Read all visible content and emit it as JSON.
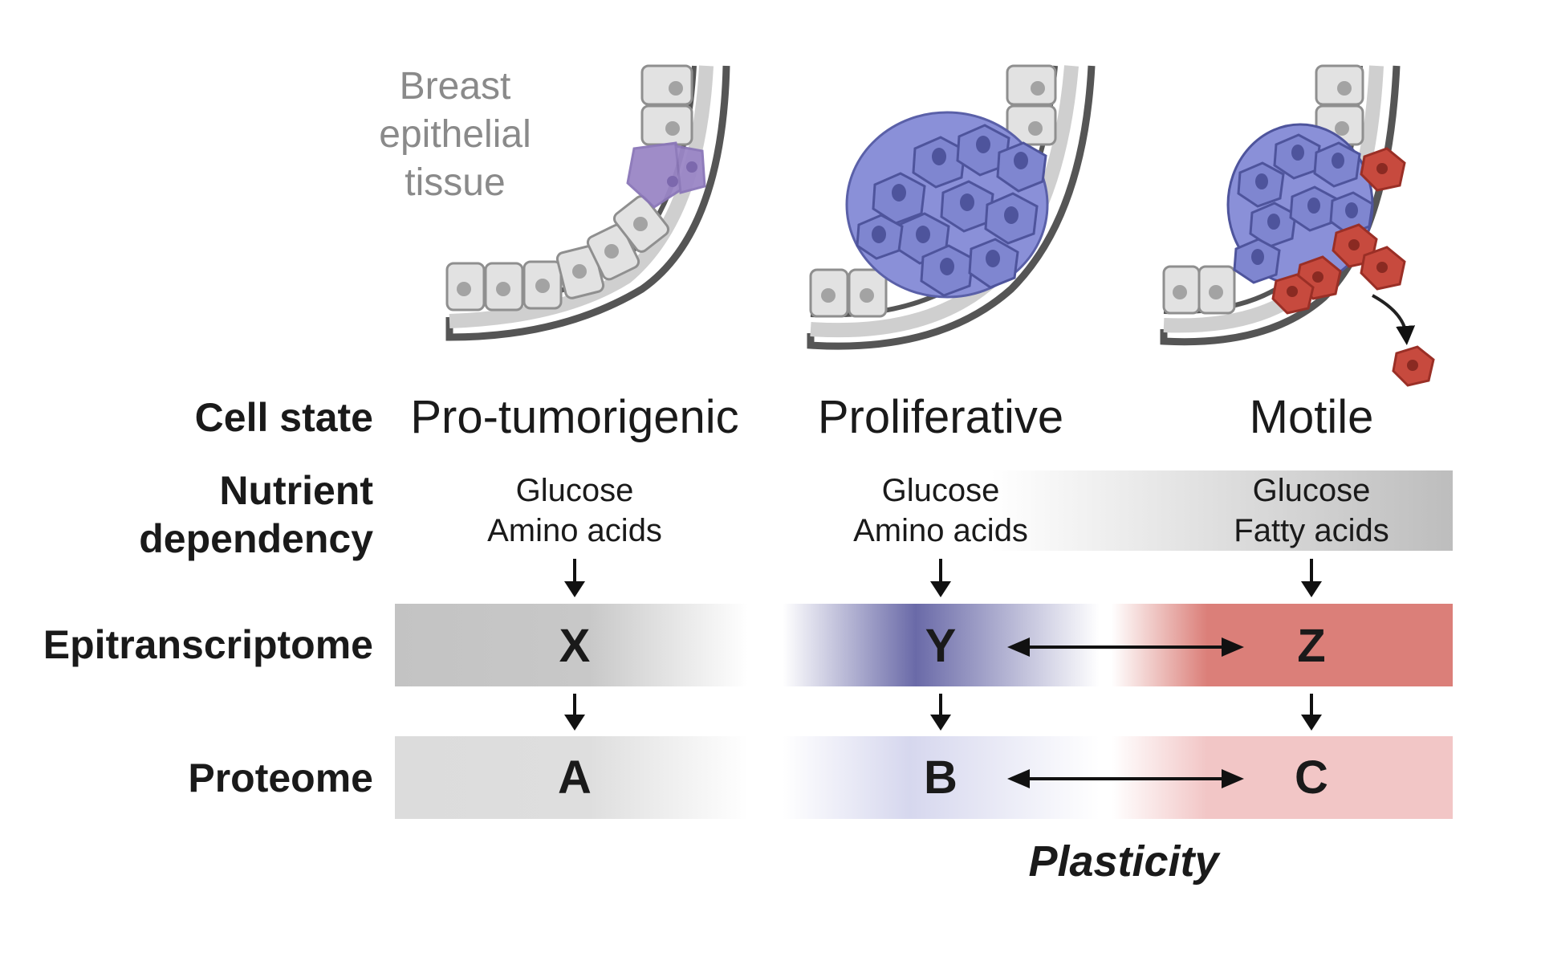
{
  "tissue_label": "Breast epithelial tissue",
  "row_labels": {
    "cell_state": "Cell state",
    "nutrient_line1": "Nutrient",
    "nutrient_line2": "dependency",
    "epitranscriptome": "Epitranscriptome",
    "proteome": "Proteome"
  },
  "columns": [
    {
      "state": "Pro-tumorigenic",
      "nutrient1": "Glucose",
      "nutrient2": "Amino acids",
      "epi": "X",
      "prot": "A"
    },
    {
      "state": "Proliferative",
      "nutrient1": "Glucose",
      "nutrient2": "Amino acids",
      "epi": "Y",
      "prot": "B"
    },
    {
      "state": "Motile",
      "nutrient1": "Glucose",
      "nutrient2": "Fatty acids",
      "epi": "Z",
      "prot": "C"
    }
  ],
  "plasticity_label": "Plasticity",
  "colors": {
    "gray_band": "#c3c3c3",
    "light_gray_band": "#dcdcdc",
    "blue_dark": "#6a6aa8",
    "blue_light": "#d6d7ee",
    "red_dark": "#db7f79",
    "red_light": "#f2c6c6",
    "tumor_blue": "#7f86d0",
    "tumor_red": "#c74a3e",
    "pre_tumor_purple": "#9a86c6"
  }
}
